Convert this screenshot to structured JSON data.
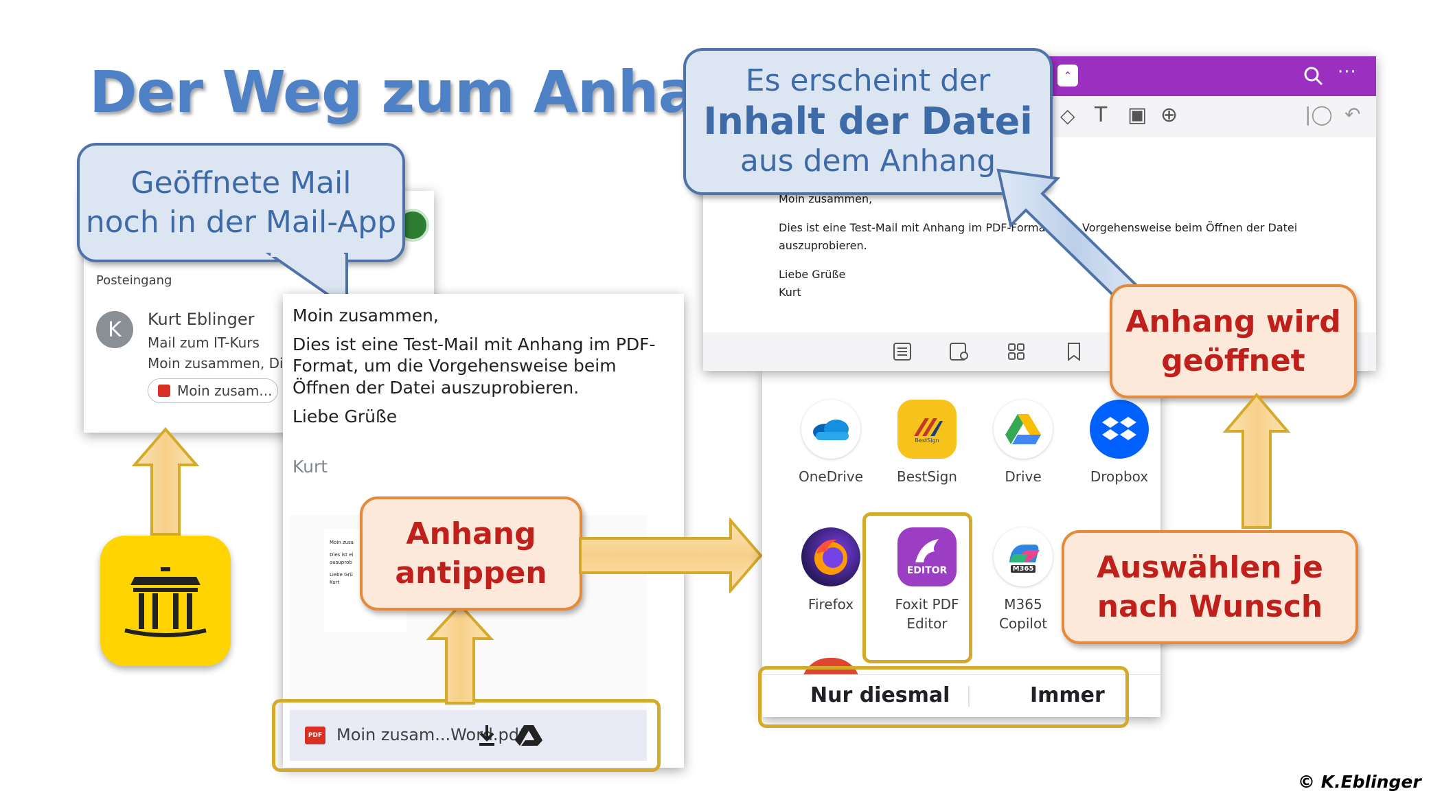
{
  "slide_title": "Der Weg zum Anhang",
  "callouts": {
    "mail_open_l1": "Geöffnete Mail",
    "mail_open_l2": "noch in der Mail-App",
    "content_l1": "Es erscheint der",
    "content_l2": "Inhalt der Datei",
    "content_l3": "aus dem Anhang",
    "tap_l1": "Anhang",
    "tap_l2": "antippen",
    "opened_l1": "Anhang wird",
    "opened_l2": "geöffnet",
    "choose_l1": "Auswählen je",
    "choose_l2": "nach Wunsch"
  },
  "inbox": {
    "label": "Posteingang",
    "avatar": "K",
    "sender": "Kurt Eblinger",
    "subject": "Mail zum IT-Kurs",
    "preview": "Moin zusammen, Die",
    "attachment_chip": "Moin zusam..."
  },
  "mail": {
    "greeting": "Moin zusammen,",
    "body": "Dies ist eine Test-Mail mit Anhang im PDF-Format, um die Vorgehensweise beim Öffnen der Datei auszuprobieren.",
    "closing": "Liebe Grüße",
    "signature": "Kurt",
    "thumb_lines": [
      "Moin zusa",
      "Dies ist ei",
      "ausuprob",
      "Liebe Grü",
      "Kurt"
    ],
    "attachment_badge": "PDF",
    "attachment_name": "Moin zusam...Word.pdf"
  },
  "chooser": {
    "apps": [
      {
        "label": "OneDrive"
      },
      {
        "label": "BestSign",
        "icon_text": "BestSign"
      },
      {
        "label": "Drive"
      },
      {
        "label": "Dropbox"
      },
      {
        "label": "Firefox"
      },
      {
        "label": "Foxit PDF\nEditor",
        "icon_text": "EDITOR"
      },
      {
        "label": "M365\nCopilot",
        "icon_text": "M365"
      }
    ],
    "once_button": "Nur diesmal",
    "always_button": "Immer"
  },
  "pdf_viewer": {
    "greeting": "Moin zusammen,",
    "body_part1": "Dies ist eine Test-Mail mit Anhang im PDF-Format,",
    "body_part2": "Vorgehensweise beim Öffnen der Datei",
    "body_line2": "auszuprobieren.",
    "closing": "Liebe Grüße",
    "signature": "Kurt",
    "toolbar_glyphs": [
      "◇",
      "T",
      "▣",
      "⊕",
      "|◯",
      "↶"
    ]
  },
  "copyright": "© K.Eblinger",
  "colors": {
    "title_blue": "#4f81c7",
    "callout_red": "#c0201c",
    "gold_frame": "#d5a92a",
    "viewer_purple": "#9b2fbf"
  }
}
